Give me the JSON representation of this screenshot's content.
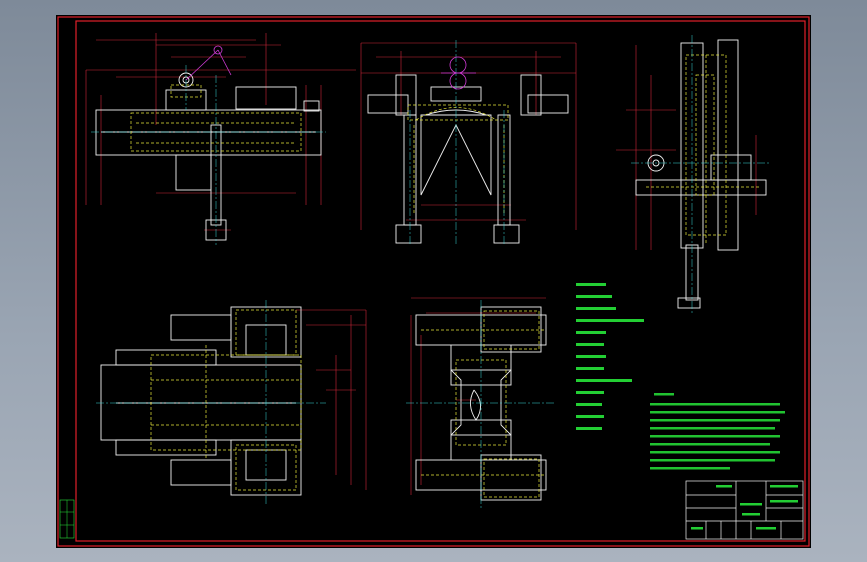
{
  "colors": {
    "background": "#000000",
    "frame_red": "#e0202a",
    "part_white": "#f2f2f2",
    "hidden_yellow": "#e8e83a",
    "center_cyan": "#3ad8d8",
    "dim_red": "#d0263a",
    "note_green": "#27e53a",
    "accent_magenta": "#d23bd8"
  },
  "views": [
    {
      "name": "front-view"
    },
    {
      "name": "side-view-center"
    },
    {
      "name": "side-view-right"
    },
    {
      "name": "top-view-left"
    },
    {
      "name": "top-view-center"
    }
  ],
  "notes": {
    "params_lines": [],
    "tech_lines": []
  },
  "title_block": {
    "cells": []
  }
}
